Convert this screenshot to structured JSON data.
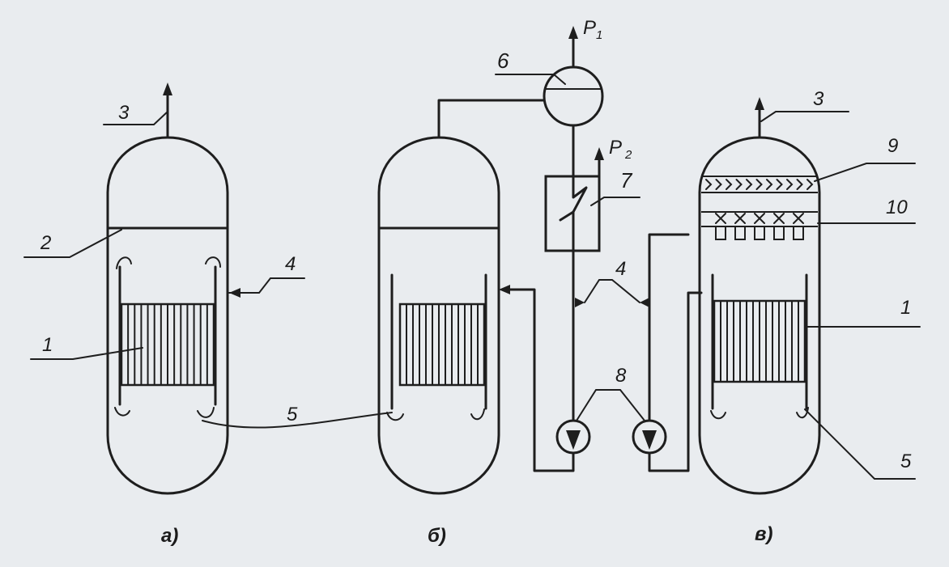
{
  "labels": {
    "n1": "1",
    "n2": "2",
    "n3": "3",
    "n4": "4",
    "n5": "5",
    "n6": "6",
    "n7": "7",
    "n8": "8",
    "n9": "9",
    "n10": "10",
    "p1_letter": "P",
    "p1_sub": "1",
    "p2_letter": "P",
    "p2_sub": "2"
  },
  "captions": {
    "a": "а)",
    "b": "б)",
    "c": "в)"
  },
  "colors": {
    "paper": "#e9ecef",
    "ink": "#1e1e1e"
  }
}
